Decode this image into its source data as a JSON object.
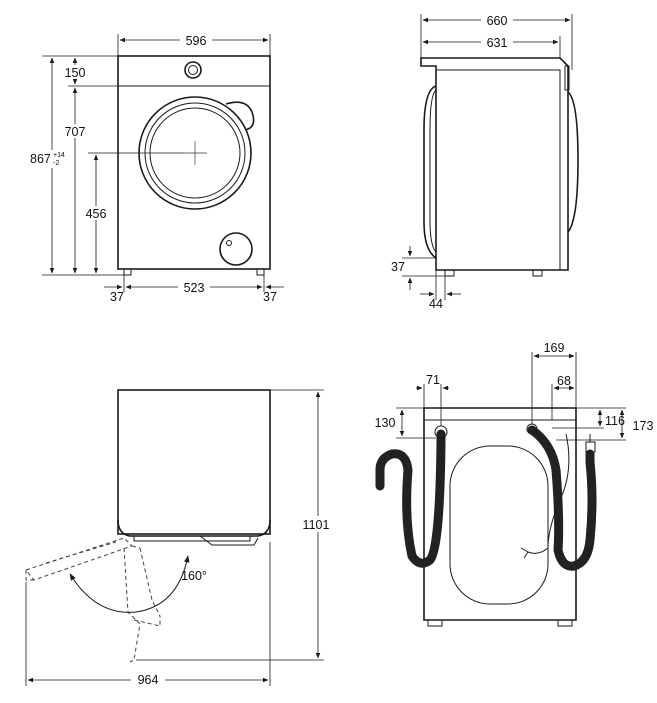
{
  "front_view": {
    "width_top": "596",
    "h_top_panel": "150",
    "h_707": "707",
    "h_total": "867",
    "h_total_tol_plus": "+14",
    "h_total_tol_minus": "-2",
    "h_door_center": "456",
    "foot_left": "37",
    "foot_span": "523",
    "foot_right": "37"
  },
  "side_view": {
    "depth_total": "660",
    "depth_body": "631",
    "foot_height": "37",
    "foot_offset": "44"
  },
  "door_view": {
    "height_open": "1101",
    "depth_open": "964",
    "angle": "160°"
  },
  "rear_view": {
    "left_hose_offset": "71",
    "left_hose_height": "130",
    "right_hose_span": "169",
    "right_hose_offset": "68",
    "right_h1": "116",
    "right_h2": "173"
  }
}
